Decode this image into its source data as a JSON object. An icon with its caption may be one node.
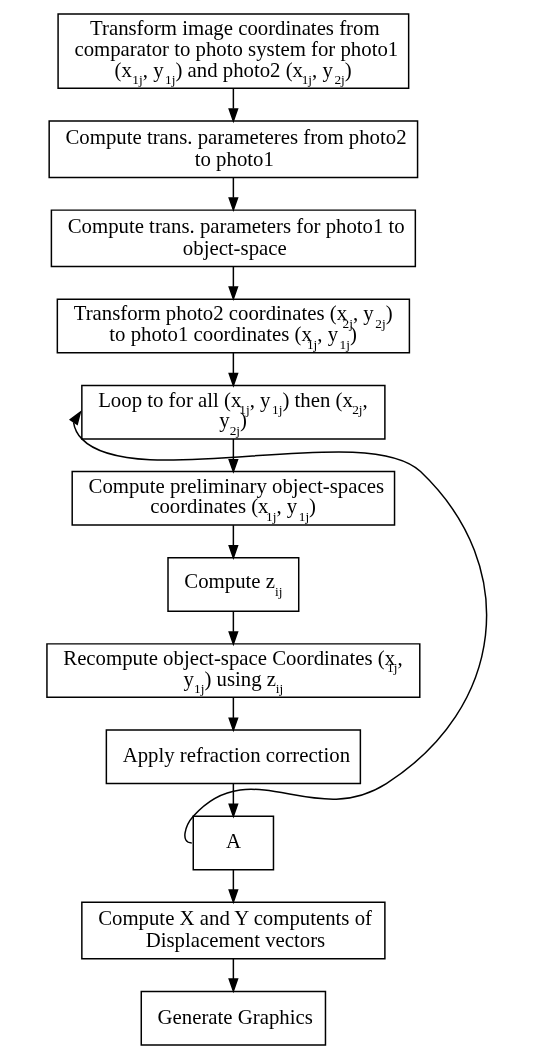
{
  "diagram": {
    "nodes": [
      {
        "text": [
          "Transform image coordinates from comparator to photo system for photo1 (x$_{1j}$, y$_{1j}$) and photo2 (x$_{1j}$, y$_{2j}$)"
        ]
      },
      {
        "text": [
          "Compute trans. parameteres from photo2 to photo1"
        ]
      },
      {
        "text": [
          "Compute trans. parameters for photo1 to object-space"
        ]
      },
      {
        "text": [
          "Transform photo2 coordinates (x$_{2j}$, y$_{2j}$) to photo1 coordinates (x$_{1j}$, y$_{1j}$)"
        ]
      },
      {
        "text": [
          "Loop to for all (x$_{1j}$, y$_{1j}$) then (x$_{2j}$, y$_{2j}$)"
        ]
      },
      {
        "text": [
          "Compute preliminary object-spaces coordinates (x$_{1j}$, y$_{1j}$)"
        ]
      },
      {
        "text": [
          "Compute z$_{ij}$"
        ]
      },
      {
        "text": [
          "Recompute object-space Coordinates (x$_{1j}$, y$_{1j}$) using z$_{ij}$"
        ]
      },
      {
        "text": [
          "Apply refraction correction"
        ]
      },
      {
        "text": [
          "A"
        ]
      },
      {
        "text": [
          "Compute X and Y computents of Displacement vectors"
        ]
      },
      {
        "text": [
          "Generate Graphics"
        ]
      }
    ],
    "edges": [
      {
        "from": 0,
        "to": 1,
        "arrow": "to"
      },
      {
        "from": 1,
        "to": 2,
        "arrow": "to"
      },
      {
        "from": 2,
        "to": 3,
        "arrow": "to"
      },
      {
        "from": 3,
        "to": 4,
        "arrow": "to"
      },
      {
        "from": 4,
        "to": 5,
        "arrow": "to"
      },
      {
        "from": 5,
        "to": 6,
        "arrow": "to"
      },
      {
        "from": 6,
        "to": 7,
        "arrow": "to"
      },
      {
        "from": 7,
        "to": 8,
        "arrow": "to"
      },
      {
        "from": 8,
        "to": 9,
        "arrow": "to"
      },
      {
        "from": 9,
        "to": 10,
        "arrow": "to"
      },
      {
        "from": 10,
        "to": 11,
        "arrow": "to"
      },
      {
        "from": 9,
        "to": 4,
        "arrow": "to"
      }
    ]
  }
}
